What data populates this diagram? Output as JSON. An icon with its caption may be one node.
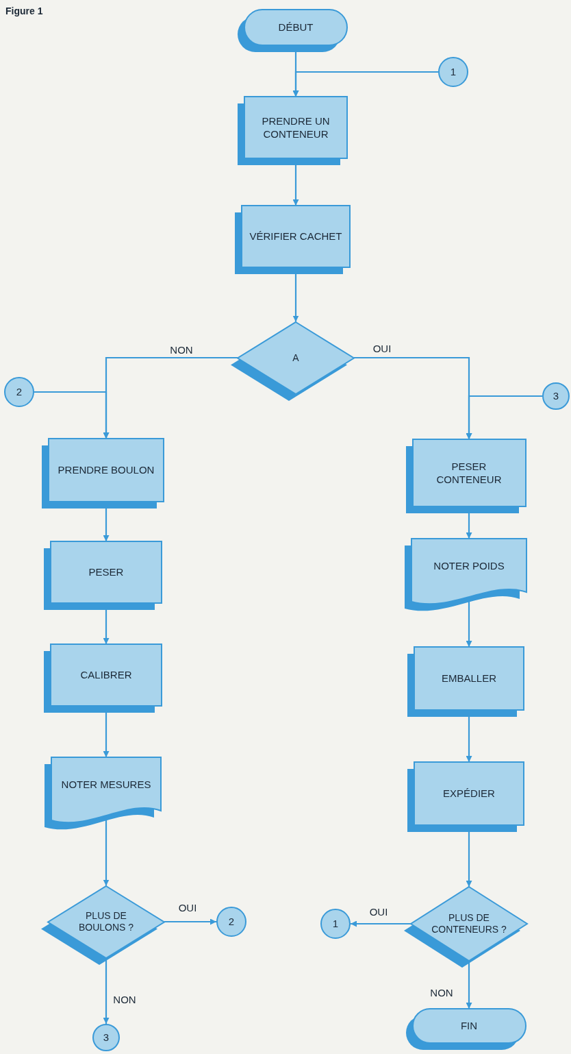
{
  "diagram": {
    "nodes": [
      {
        "text": [
          "DÉBUT"
        ]
      },
      {
        "text": [
          "1"
        ]
      },
      {
        "text": [
          "PRENDRE UN CONTENEUR"
        ]
      },
      {
        "text": [
          "VÉRIFIER CACHET"
        ]
      },
      {
        "text": [
          "A"
        ]
      },
      {
        "text": [
          "2"
        ]
      },
      {
        "text": [
          "3"
        ]
      },
      {
        "text": [
          "PRENDRE BOULON"
        ]
      },
      {
        "text": [
          "PESER CONTENEUR"
        ]
      },
      {
        "text": [
          "PESER"
        ]
      },
      {
        "text": [
          "NOTER POIDS"
        ]
      },
      {
        "text": [
          "CALIBRER"
        ]
      },
      {
        "text": [
          "EMBALLER"
        ]
      },
      {
        "text": [
          "NOTER MESURES"
        ]
      },
      {
        "text": [
          "EXPÉDIER"
        ]
      },
      {
        "text": [
          "PLUS DE BOULONS ?"
        ]
      },
      {
        "text": [
          "2"
        ]
      },
      {
        "text": [
          "1"
        ]
      },
      {
        "text": [
          "PLUS DE CONTENEURS ?"
        ]
      },
      {
        "text": [
          "3"
        ]
      },
      {
        "text": [
          "FIN"
        ]
      }
    ],
    "edges": [
      {
        "from": 0,
        "to": 2,
        "arrow": "to"
      },
      {
        "from": 1,
        "to": 2,
        "arrow": "to"
      },
      {
        "from": 2,
        "to": 3,
        "arrow": "to"
      },
      {
        "from": 3,
        "to": 4,
        "arrow": "to"
      },
      {
        "from": 4,
        "to": 7,
        "arrow": "to",
        "label": "NON"
      },
      {
        "from": 4,
        "to": 8,
        "arrow": "to",
        "label": "OUI"
      },
      {
        "from": 5,
        "to": 7,
        "arrow": "to"
      },
      {
        "from": 6,
        "to": 8,
        "arrow": "to"
      },
      {
        "from": 7,
        "to": 9,
        "arrow": "to"
      },
      {
        "from": 9,
        "to": 11,
        "arrow": "to"
      },
      {
        "from": 11,
        "to": 13,
        "arrow": "to"
      },
      {
        "from": 13,
        "to": 15,
        "arrow": "to"
      },
      {
        "from": 15,
        "to": 16,
        "arrow": "to",
        "label": "OUI"
      },
      {
        "from": 15,
        "to": 19,
        "arrow": "to",
        "label": "NON"
      },
      {
        "from": 8,
        "to": 10,
        "arrow": "to"
      },
      {
        "from": 10,
        "to": 12,
        "arrow": "to"
      },
      {
        "from": 12,
        "to": 14,
        "arrow": "to"
      },
      {
        "from": 14,
        "to": 18,
        "arrow": "to"
      },
      {
        "from": 18,
        "to": 17,
        "arrow": "to",
        "label": "OUI"
      },
      {
        "from": 18,
        "to": 20,
        "arrow": "to",
        "label": "NON"
      }
    ],
    "labels": [
      "Figure 1"
    ]
  }
}
